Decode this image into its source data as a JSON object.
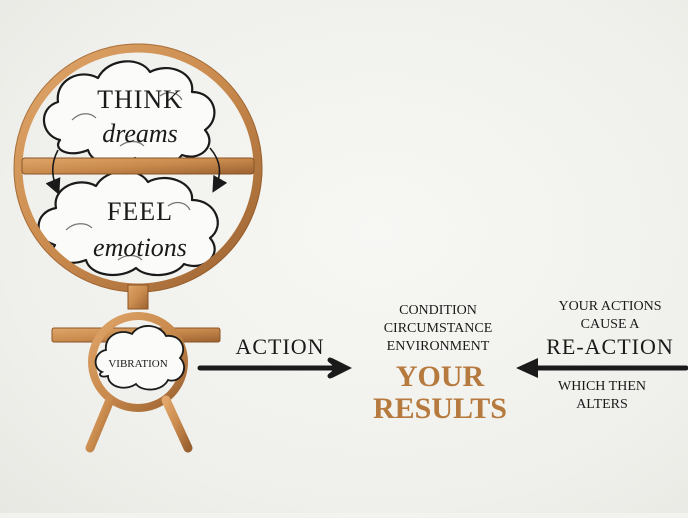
{
  "colors": {
    "copper": "#c98a4d",
    "copper_dark": "#8a5526",
    "ink": "#1a1a1a",
    "results": "#b77a3e",
    "background": "#f2f2ef"
  },
  "icons": {
    "think_cloud": "cloud-icon",
    "feel_cloud": "cloud-icon",
    "vibration_cloud": "cloud-icon",
    "action_arrow": "arrow-right-icon",
    "reaction_arrow": "arrow-left-icon"
  },
  "mind": {
    "think_label": "THINK",
    "think_sub": "dreams",
    "feel_label": "FEEL",
    "feel_sub": "emotions"
  },
  "body": {
    "vibration_label": "VIBRATION"
  },
  "action": {
    "label": "ACTION"
  },
  "results": {
    "context_line1": "CONDITION",
    "context_line2": "CIRCUMSTANCE",
    "context_line3": "ENVIRONMENT",
    "title_line1": "YOUR",
    "title_line2": "RESULTS"
  },
  "reaction": {
    "top_line1": "YOUR ACTIONS",
    "top_line2": "CAUSE A",
    "label": "RE-ACTION",
    "bottom_line1": "WHICH THEN",
    "bottom_line2": "ALTERS"
  }
}
